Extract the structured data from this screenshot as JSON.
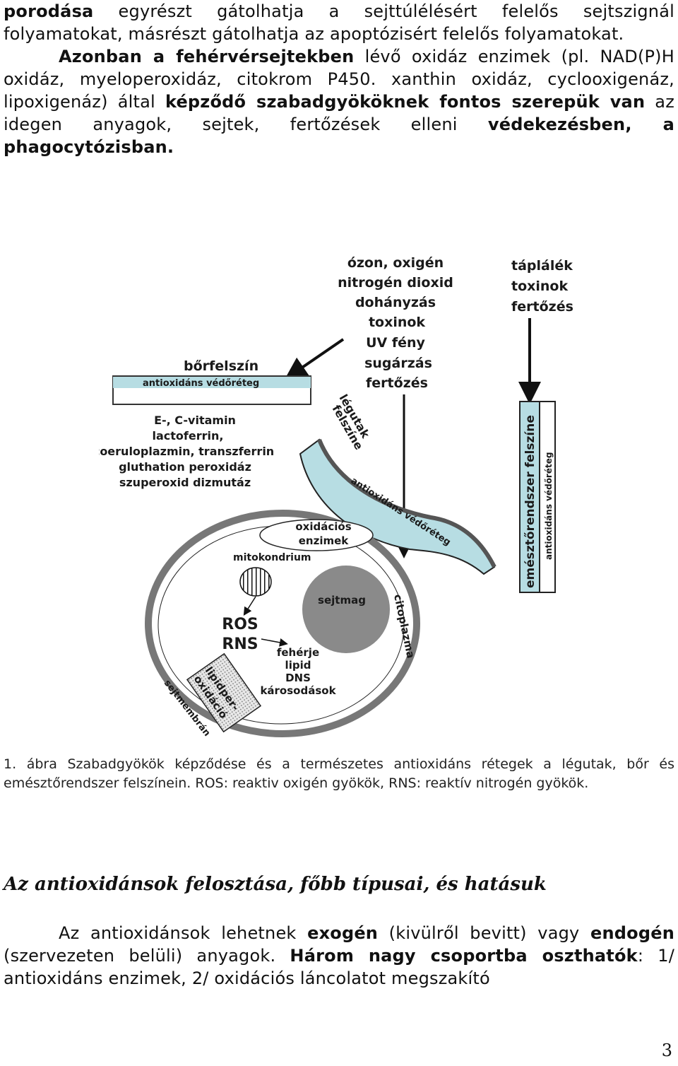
{
  "intro": {
    "l1a": "porodása",
    "l1b": " egyrészt gátolhatja a sejttúlélésért felelős sejtszignál folyamatokat, másrészt gátolhatja az apoptózisért felelős folyamatokat.",
    "l2a": "Azonban a fehérvérsejtekben",
    "l2b": " lévő oxidáz enzimek (pl. NAD(P)H oxidáz, myeloperoxidáz, citokrom P450. xanthin oxidáz, cyclooxigenáz, lipoxigenáz) által ",
    "l2c": "képződő szabadgyököknek fontos szerepük van",
    "l2d": " az idegen anyagok, sejtek, fertőzések elleni ",
    "l2e": "védekezésben, a phagocytózisban."
  },
  "figure": {
    "top_center_list": [
      "ózon, oxigén",
      "nitrogén dioxid",
      "dohányzás",
      "toxinok",
      "UV fény",
      "sugárzás",
      "fertőzés"
    ],
    "top_right_list": [
      "táplálék",
      "toxinok",
      "fertőzés"
    ],
    "skin_label": "bőrfelszín",
    "protective_layer": "antioxidáns védőréteg",
    "antioxidant_list": [
      "E-, C-vitamin",
      "lactoferrin,",
      "coeruloplazmin, transzferrin",
      "gluthation peroxidáz",
      "szuperoxid dizmutáz"
    ],
    "airway_label": [
      "légutak",
      "felszíne"
    ],
    "airway_layer": "antioxidáns védőréteg",
    "gut_label": "emésztőrendszer felszíne",
    "gut_layer": "antioxidáns védőréteg",
    "oxidase_label": [
      "oxidációs",
      "enzimek"
    ],
    "mito_label": "mitokondrium",
    "cytoplasm_label": "citoplazma",
    "nucleus_label": "sejtmag",
    "ros_rns": [
      "ROS",
      "RNS"
    ],
    "damage_list": [
      "fehérje",
      "lipid",
      "DNS",
      "károsodások"
    ],
    "lipid_label": [
      "lipidper-",
      "oxidáció"
    ],
    "membrane_label": "sejtmembrán"
  },
  "caption": {
    "text": "1. ábra  Szabadgyökök képződése és a természetes antioxidáns rétegek a légutak, bőr és emésztőrendszer felszínein. ROS: reaktiv oxigén gyökök, RNS: reaktív nitrogén gyökök."
  },
  "section": {
    "heading": "Az antioxidánsok felosztása, főbb típusai, és hatásuk",
    "p_a": "Az antioxidánsok lehetnek ",
    "p_b": "exogén",
    "p_c": " (kivülről bevitt) vagy ",
    "p_d": "endogén",
    "p_e": " (szervezeten belüli) anyagok. ",
    "p_f": "Három nagy csoportba oszthatók",
    "p_g": ": 1/ antioxidáns enzimek, 2/ oxidációs láncolatot megszakító"
  },
  "page_number": "3"
}
